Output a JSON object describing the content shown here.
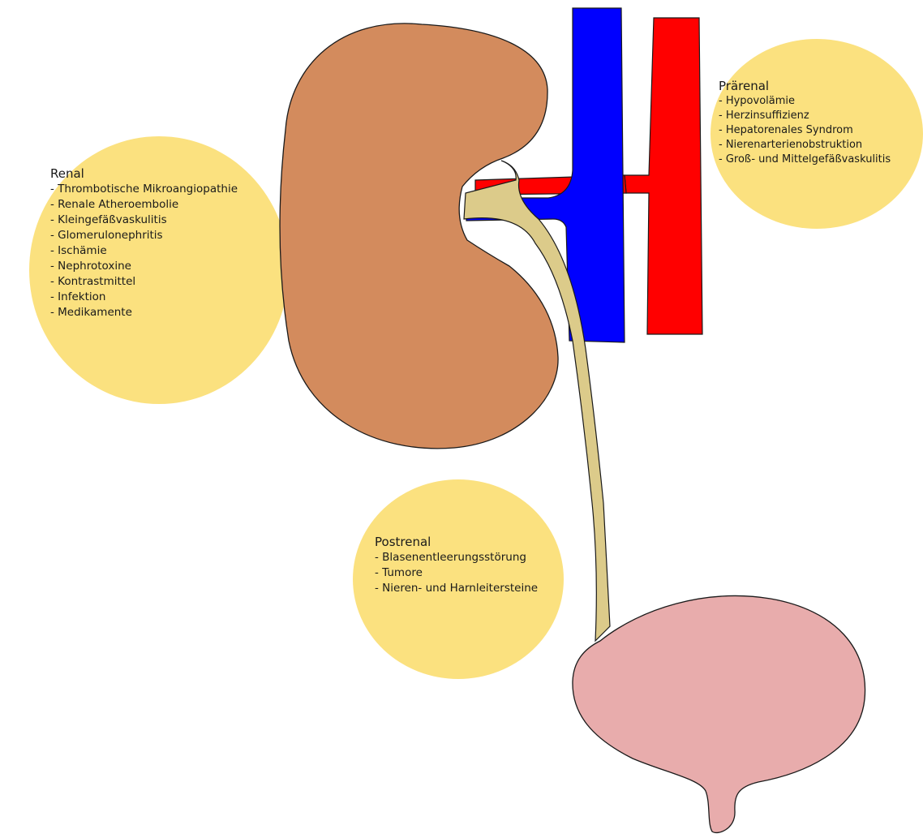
{
  "colors": {
    "callout_fill": "#fbe17f",
    "kidney": "#d38b5d",
    "vein": "#0000ff",
    "artery": "#ff0000",
    "ureter": "#dccb8a",
    "bladder": "#e8acac",
    "outline": "#1a1a1a"
  },
  "labels": {
    "renal": {
      "title": "Renal",
      "items": [
        "- Thrombotische Mikroangiopathie",
        "- Renale Atheroembolie",
        "- Kleingefäßvaskulitis",
        "- Glomerulonephritis",
        "- Ischämie",
        "- Nephrotoxine",
        "- Kontrastmittel",
        "- Infektion",
        "- Medikamente"
      ]
    },
    "prerenal": {
      "title": "Prärenal",
      "items": [
        "- Hypovolämie",
        "- Herzinsuffizienz",
        "- Hepatorenales Syndrom",
        "- Nierenarterienobstruktion",
        "- Groß- und Mittelgefäßvaskulitis"
      ]
    },
    "postrenal": {
      "title": "Postrenal",
      "items": [
        "- Blasenentleerungsstörung",
        "- Tumore",
        "- Nieren- und Harnleitersteine"
      ]
    }
  }
}
